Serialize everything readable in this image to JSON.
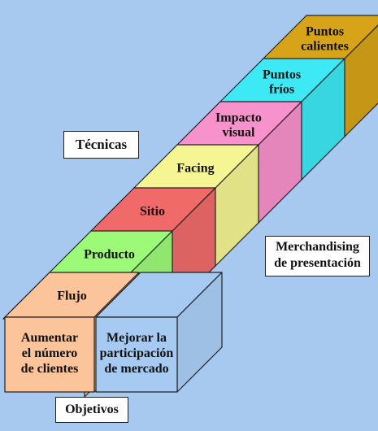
{
  "diagram": {
    "colors": {
      "background": "#a7c9ef",
      "outline": "#222222",
      "box_fill": "#ffffff"
    },
    "steps": [
      {
        "name": "flujo",
        "label": "Flujo",
        "color": "#fbc49a"
      },
      {
        "name": "producto",
        "label": "Producto",
        "color": "#9dfa78"
      },
      {
        "name": "sitio",
        "label": "Sitio",
        "color": "#f06a6a"
      },
      {
        "name": "facing",
        "label": "Facing",
        "color": "#f5f594"
      },
      {
        "name": "impacto-visual",
        "label": "Impacto visual",
        "label_lines": [
          "Impacto",
          "visual"
        ],
        "color": "#f892cc"
      },
      {
        "name": "puntos-frios",
        "label": "Puntos fríos",
        "label_lines": [
          "Puntos",
          "fríos"
        ],
        "color": "#3ce9f4"
      },
      {
        "name": "puntos-calientes",
        "label": "Puntos calientes",
        "label_lines": [
          "Puntos",
          "calientes"
        ],
        "color": "#d7a319"
      }
    ],
    "base_objectives": [
      {
        "name": "aumentar",
        "lines": [
          "Aumentar",
          "el número",
          "de clientes"
        ],
        "color": "#fbc49a"
      },
      {
        "name": "mejorar",
        "lines": [
          "Mejorar la",
          "participación",
          "de mercado"
        ],
        "color": "#a6caf1"
      }
    ],
    "labels": {
      "tecnicas": "Técnicas",
      "merchandising_line1": "Merchandising",
      "merchandising_line2": "de presentación",
      "objetivos": "Objetivos"
    }
  }
}
